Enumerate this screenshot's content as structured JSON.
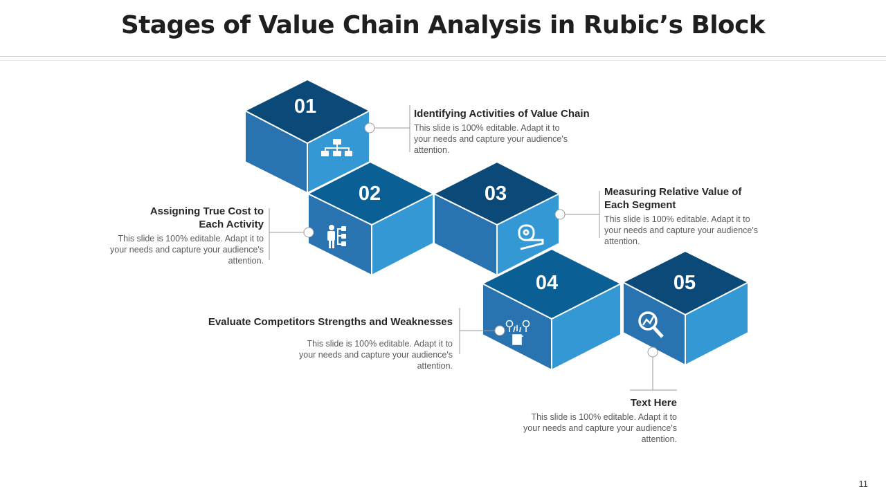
{
  "title": "Stages of Value Chain Analysis in Rubic’s Block",
  "page_number": "11",
  "colors": {
    "top_face": "#0b4a78",
    "top_face_mid": "#0a5f95",
    "left_face": "#2873b0",
    "right_face": "#3498d4",
    "connector": "#9a9a9a"
  },
  "steps": [
    {
      "number": "01",
      "icon": "org-chart-icon",
      "heading": "Identifying Activities  of Value Chain",
      "body": "This slide is 100% editable. Adapt it to your needs and capture your audience's attention."
    },
    {
      "number": "02",
      "icon": "person-hierarchy-icon",
      "heading": "Assigning True Cost to Each Activity",
      "body": "This slide is 100% editable. Adapt it to your needs and capture your audience's attention."
    },
    {
      "number": "03",
      "icon": "measuring-tape-icon",
      "heading": "Measuring Relative Value of Each Segment",
      "body": "This slide is 100% editable. Adapt it to your needs and capture your audience's attention."
    },
    {
      "number": "04",
      "icon": "hand-coins-icon",
      "heading": "Evaluate Competitors Strengths and Weaknesses",
      "body": "This slide is 100% editable. Adapt it to your needs and capture your audience's attention."
    },
    {
      "number": "05",
      "icon": "magnifier-chart-icon",
      "heading": "Text Here",
      "body": "This slide is 100% editable. Adapt it to your needs and capture your audience's attention."
    }
  ]
}
